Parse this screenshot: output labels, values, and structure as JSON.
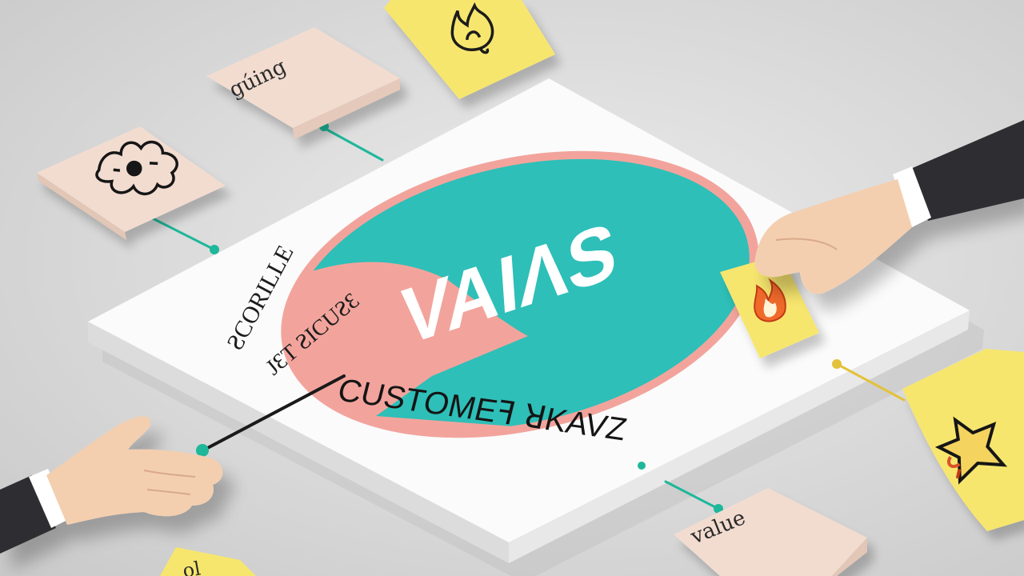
{
  "board": {
    "circle_text": "VAIΛS",
    "arc_left_text": "ƧCORILLE",
    "arc_left_text2": "JƐT ƧICUƧƐ",
    "bottom_text": "CUSTOMEꟻ ꓤKAVZ"
  },
  "notes": {
    "top_left_label": "gúing",
    "bottom_right_label": "value",
    "bottom_left_label": "ol"
  },
  "colors": {
    "teal": "#2ebfb8",
    "salmon": "#f2a49c",
    "board": "#fbfbfb",
    "sticky_yellow": "#f7e66e",
    "sticky_pink": "#f2dcd0",
    "sleeve": "#2f2f33",
    "skin": "#f3cfb0",
    "connector": "#1fb79a"
  },
  "icons": [
    "gear-doodle-icon",
    "flame-icon",
    "flame-doodle-icon",
    "star-doodle-icon"
  ]
}
